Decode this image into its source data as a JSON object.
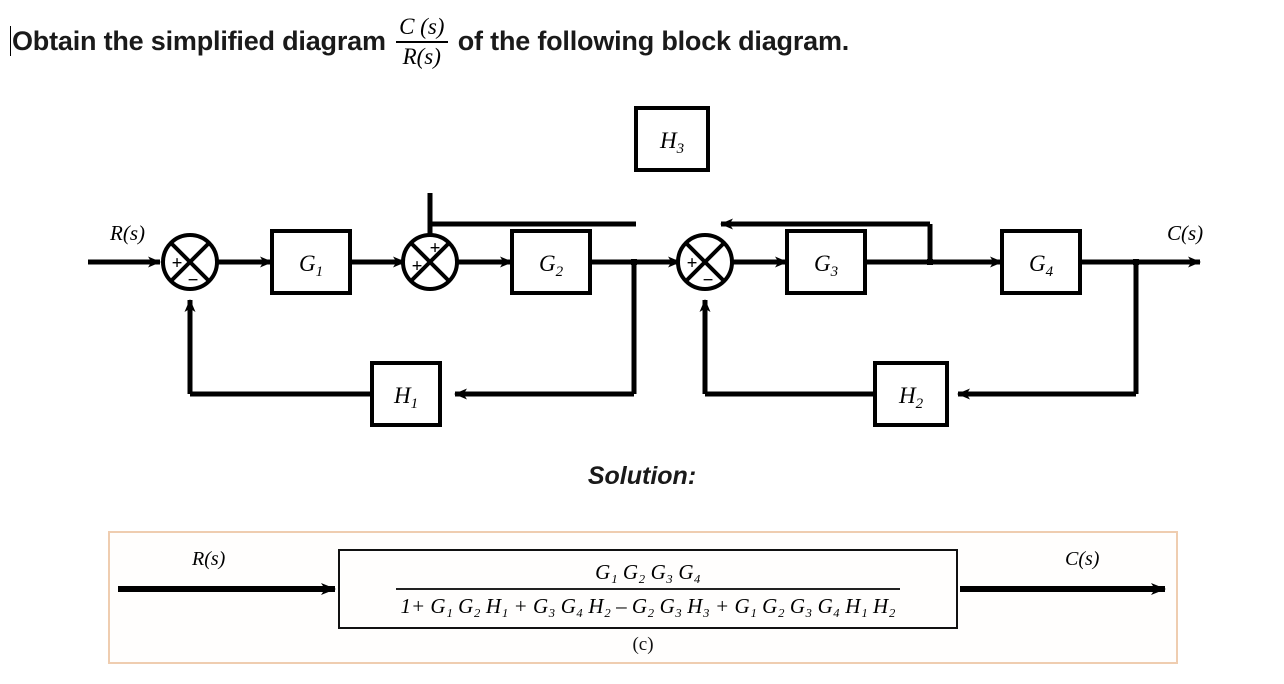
{
  "question": {
    "text_before": "Obtain the simplified diagram",
    "fraction_numerator": "C (s)",
    "fraction_denominator": "R(s)",
    "text_after": "of the following block diagram."
  },
  "diagram": {
    "input_label": "R(s)",
    "output_label": "C(s)",
    "blocks": [
      {
        "id": "G1",
        "label": "G",
        "sub": "1"
      },
      {
        "id": "G2",
        "label": "G",
        "sub": "2"
      },
      {
        "id": "G3",
        "label": "G",
        "sub": "3"
      },
      {
        "id": "G4",
        "label": "G",
        "sub": "4"
      },
      {
        "id": "H1",
        "label": "H",
        "sub": "1"
      },
      {
        "id": "H2",
        "label": "H",
        "sub": "2"
      },
      {
        "id": "H3",
        "label": "H",
        "sub": "3"
      }
    ],
    "summing_junctions": [
      {
        "id": "sum1",
        "left_sign": "+",
        "bottom_sign": "−"
      },
      {
        "id": "sum2",
        "left_sign": "+",
        "top_sign": "+"
      },
      {
        "id": "sum3",
        "left_sign": "+",
        "bottom_sign": "−"
      }
    ]
  },
  "solution": {
    "heading": "Solution:",
    "input_label": "R(s)",
    "output_label": "C(s)",
    "numerator": "G₁ G₂ G₃ G₄",
    "denominator": "1+ G₁ G₂ H₁ + G₃ G₄ H₂ – G₂ G₃  H₃ + G₁ G₂ G₃ G₄ H₁ H₂",
    "caption": "(c)"
  },
  "colors": {
    "line": "#000000",
    "panel_border": "#efcdb0",
    "panel_background": "#fffefd",
    "text": "#1a1a1a"
  }
}
